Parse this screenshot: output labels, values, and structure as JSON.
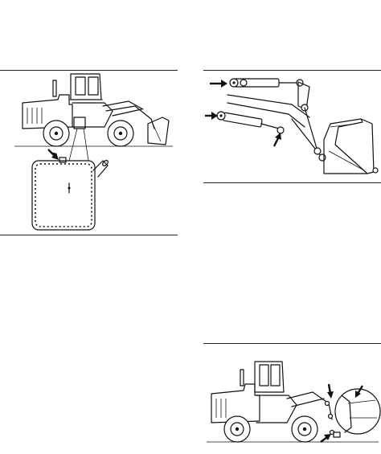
{
  "page": {
    "background": "#ffffff",
    "ink": "#111111"
  },
  "figures": [
    {
      "id": "fuel-tank-fill-location",
      "icons": [
        "wheel-loader-side-view",
        "fuel-tank-detail",
        "arrow-indicator"
      ]
    },
    {
      "id": "linkage-lubrication-points",
      "icons": [
        "loader-linkage-cylinders",
        "bucket",
        "arrow-indicator"
      ]
    },
    {
      "id": "front-lubrication-points",
      "icons": [
        "wheel-loader-side-view",
        "magnified-detail-circle",
        "arrow-indicator"
      ]
    }
  ]
}
